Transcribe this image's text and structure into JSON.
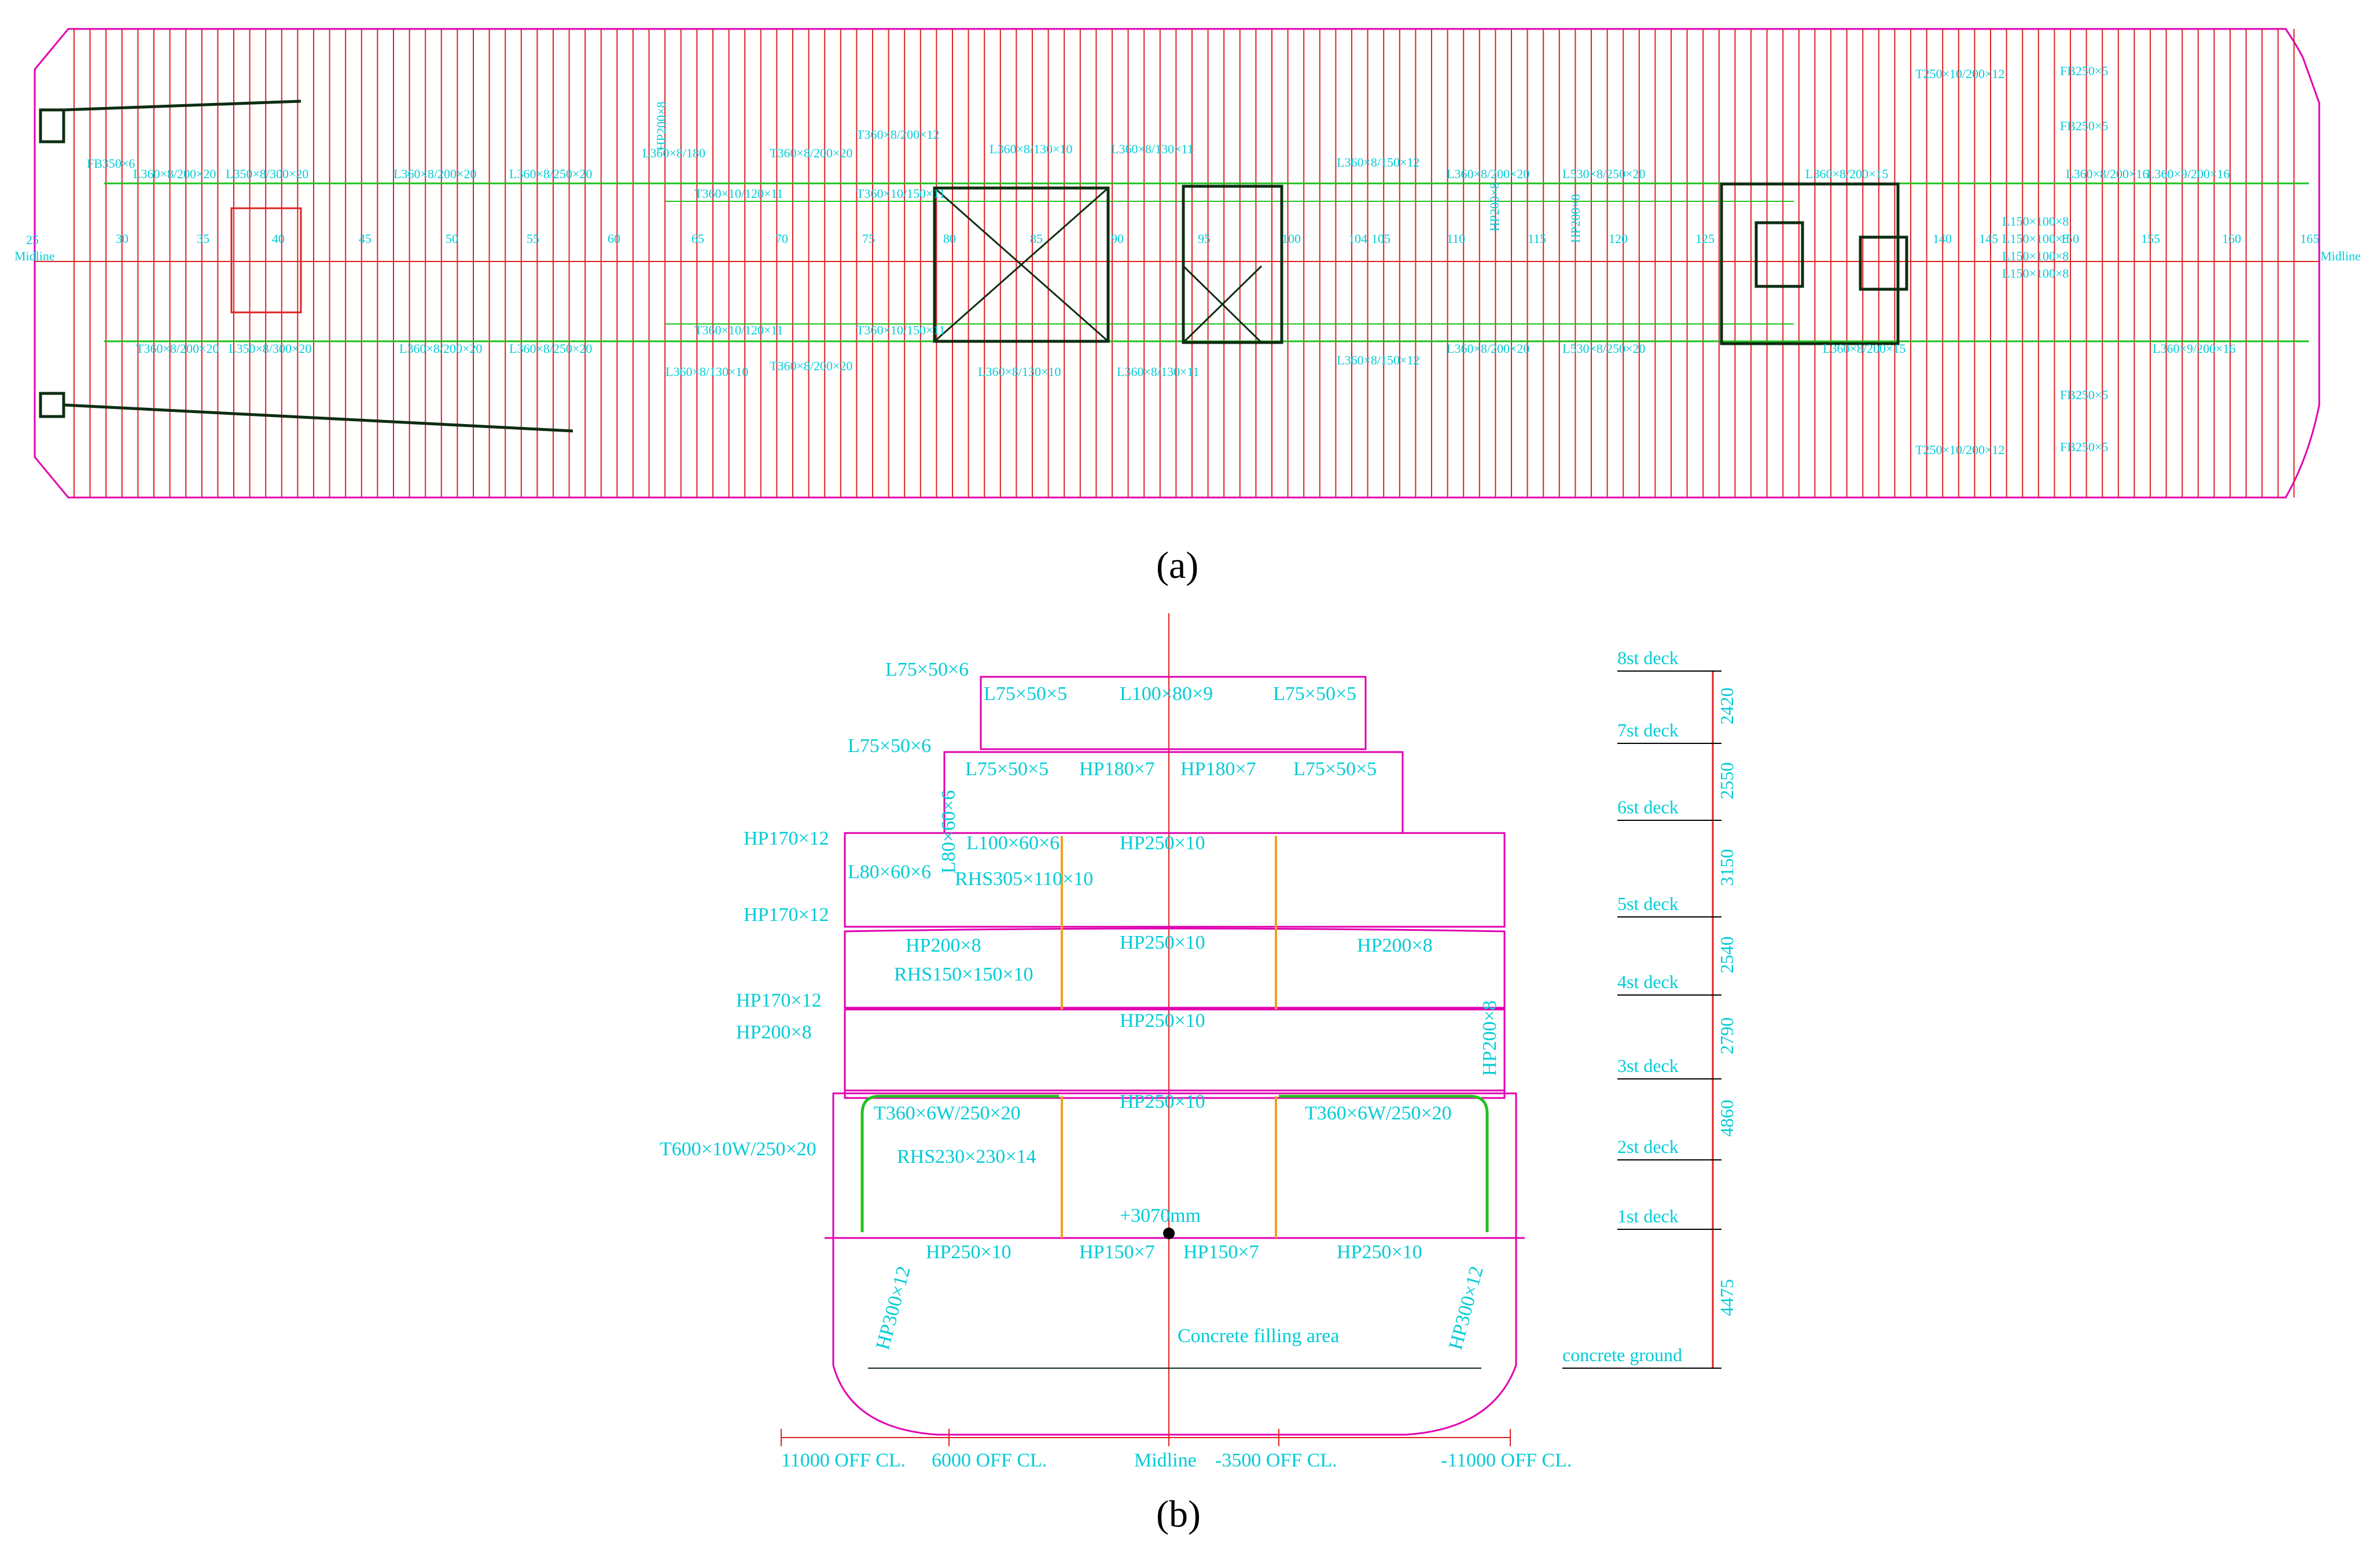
{
  "panels": {
    "a": "(a)",
    "b": "(b)"
  },
  "colors": {
    "hull": "#e000b0",
    "frames": "#e02020",
    "stiffeners": "#22c01e",
    "text": "#00ccd6",
    "structure": "#0e2d12"
  },
  "plan": {
    "midline_left": "Midline",
    "midline_right": "Midline",
    "frame_numbers": [
      "30",
      "35",
      "40",
      "45",
      "50",
      "55",
      "60",
      "65",
      "70",
      "75",
      "80",
      "85",
      "90",
      "95",
      "100",
      "104",
      "105",
      "110",
      "115",
      "120",
      "125",
      "140",
      "145",
      "150",
      "155",
      "160",
      "165"
    ],
    "left_frame_tag": "25",
    "upper_labels": [
      "FB350×6",
      "L360×8/200×20",
      "L350×8/300×20",
      "L360×8/200×20",
      "L360×8/250×20",
      "L360×8/180",
      "T360×8/200×20",
      "T360×8/200×12",
      "L360×8/130×10",
      "L360×8/130×11",
      "L360×8/150×12",
      "L360×8/200×20",
      "L530×8/250×20",
      "L360×8/200×15",
      "T250×10/200×12",
      "FB250×5",
      "FB250×5",
      "L360×8/200×16",
      "L360×9/200×16"
    ],
    "upper_inner_labels": [
      "T360×10/120×11",
      "T360×10/150×11",
      "HP200×8",
      "HP200×8",
      "HP200×8",
      "L150×100×8",
      "L150×100×8",
      "L150×100×8",
      "L150×100×8"
    ],
    "lower_labels": [
      "T360×8/200×20",
      "L350×8/300×20",
      "L360×8/200×20",
      "L360×8/250×20",
      "L360×8/130×10",
      "T360×8/200×20",
      "L360×8/130×10",
      "L360×8/130×11",
      "L360×8/150×12",
      "L360×8/200×20",
      "L530×8/250×20",
      "L360×8/200×15",
      "T250×10/200×12",
      "FB250×5",
      "FB250×5",
      "L360×9/200×16"
    ],
    "lower_inner_labels": [
      "T360×10/120×11",
      "T360×10/150×11"
    ]
  },
  "section": {
    "profile_labels": [
      {
        "id": "l75-50-6-top",
        "text": "L75×50×6"
      },
      {
        "id": "l75-50-5-a",
        "text": "L75×50×5"
      },
      {
        "id": "l100-80-9",
        "text": "L100×80×9"
      },
      {
        "id": "l75-50-5-b",
        "text": "L75×50×5"
      },
      {
        "id": "l75-50-6-mid",
        "text": "L75×50×6"
      },
      {
        "id": "l75-50-5-c",
        "text": "L75×50×5"
      },
      {
        "id": "hp180-7-a",
        "text": "HP180×7"
      },
      {
        "id": "hp180-7-b",
        "text": "HP180×7"
      },
      {
        "id": "l75-50-5-d",
        "text": "L75×50×5"
      },
      {
        "id": "l80-60-6-v",
        "text": "L80×60×6"
      },
      {
        "id": "hp170-12-a",
        "text": "HP170×12"
      },
      {
        "id": "l100-60-6",
        "text": "L100×60×6"
      },
      {
        "id": "hp250-10-a",
        "text": "HP250×10"
      },
      {
        "id": "l80-60-6",
        "text": "L80×60×6"
      },
      {
        "id": "rhs305",
        "text": "RHS305×110×10"
      },
      {
        "id": "hp170-12-b",
        "text": "HP170×12"
      },
      {
        "id": "hp200-8-a",
        "text": "HP200×8"
      },
      {
        "id": "hp250-10-b",
        "text": "HP250×10"
      },
      {
        "id": "hp200-8-b",
        "text": "HP200×8"
      },
      {
        "id": "rhs150",
        "text": "RHS150×150×10"
      },
      {
        "id": "hp170-12-c",
        "text": "HP170×12"
      },
      {
        "id": "hp250-10-c",
        "text": "HP250×10"
      },
      {
        "id": "hp200-8-c",
        "text": "HP200×8"
      },
      {
        "id": "hp200-8-v",
        "text": "HP200×8"
      },
      {
        "id": "t360-a",
        "text": "T360×6W/250×20"
      },
      {
        "id": "hp250-10-d",
        "text": "HP250×10"
      },
      {
        "id": "t360-b",
        "text": "T360×6W/250×20"
      },
      {
        "id": "t600",
        "text": "T600×10W/250×20"
      },
      {
        "id": "rhs230",
        "text": "RHS230×230×14"
      },
      {
        "id": "elev",
        "text": "+3070mm"
      },
      {
        "id": "hp250-10-e",
        "text": "HP250×10"
      },
      {
        "id": "hp150-7-a",
        "text": "HP150×7"
      },
      {
        "id": "hp150-7-b",
        "text": "HP150×7"
      },
      {
        "id": "hp250-10-f",
        "text": "HP250×10"
      },
      {
        "id": "hp300-12-a",
        "text": "HP300×12"
      },
      {
        "id": "hp300-12-b",
        "text": "HP300×12"
      },
      {
        "id": "concrete",
        "text": "Concrete filling area"
      }
    ],
    "decks": [
      "8st deck",
      "7st deck",
      "6st deck",
      "5st deck",
      "4st deck",
      "3st deck",
      "2st deck",
      "1st deck",
      "concrete ground"
    ],
    "deck_heights": [
      "2420",
      "2550",
      "3150",
      "2540",
      "2790",
      "4860",
      "4475"
    ],
    "offsets": [
      "11000 OFF CL.",
      "6000 OFF CL.",
      "Midline",
      "-3500 OFF CL.",
      "-11000 OFF CL."
    ]
  }
}
